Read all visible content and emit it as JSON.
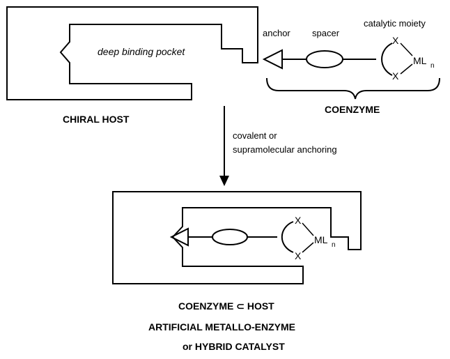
{
  "labels": {
    "deep_binding_pocket": "deep binding pocket",
    "chiral_host": "CHIRAL HOST",
    "anchor": "anchor",
    "spacer": "spacer",
    "catalytic_moiety": "catalytic moiety",
    "x_top": "X",
    "x_bottom": "X",
    "ml": "ML",
    "n": "n",
    "coenzyme": "COENZYME",
    "arrow_line1": "covalent or",
    "arrow_line2": "supramolecular anchoring",
    "x_top_2": "X",
    "x_bottom_2": "X",
    "ml_2": "ML",
    "n_2": "n",
    "result_line1": "COENZYME ⊂ HOST",
    "result_line2": "ARTIFICIAL METALLO-ENZYME",
    "result_line3": "or HYBRID CATALYST"
  },
  "colors": {
    "stroke": "#000000",
    "background": "#ffffff"
  }
}
